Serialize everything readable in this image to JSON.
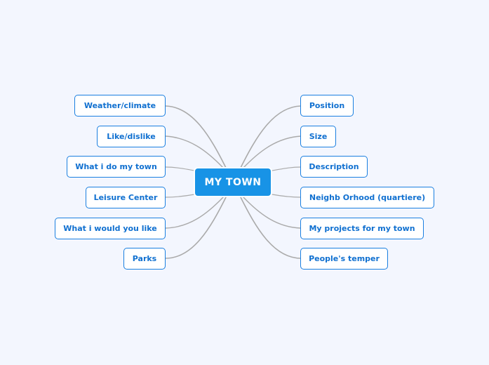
{
  "root": {
    "label": "MY TOWN",
    "color": "#1893e6"
  },
  "connector_color": "#aaaaaa",
  "node_border_color": "#1a7fe0",
  "node_text_color": "#1070d0",
  "left_topics": [
    {
      "label": "Weather/climate"
    },
    {
      "label": "Like/dislike"
    },
    {
      "label": "What i do my town"
    },
    {
      "label": "Leisure Center"
    },
    {
      "label": "What i would you like"
    },
    {
      "label": "Parks"
    }
  ],
  "right_topics": [
    {
      "label": "Position"
    },
    {
      "label": "Size"
    },
    {
      "label": "Description"
    },
    {
      "label": "Neighb Orhood (quartiere)"
    },
    {
      "label": "My projects for my town"
    },
    {
      "label": "People's temper"
    }
  ]
}
